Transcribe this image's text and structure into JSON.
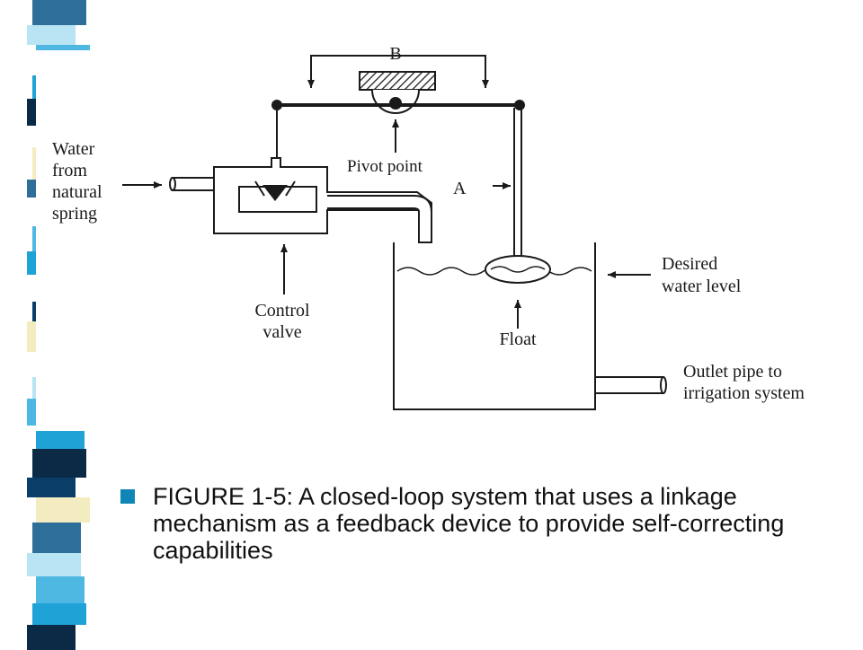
{
  "colors": {
    "bullet": "#0f86b6",
    "stripes": [
      "#2e6f9a",
      "#0a3d68",
      "#1fa2d6",
      "#b8e4f4",
      "#f2ecc0",
      "#0b2a45",
      "#4fb8e2"
    ]
  },
  "diagram": {
    "labels": {
      "b": "B",
      "pivot_point": "Pivot point",
      "a": "A",
      "water_from": [
        "Water",
        "from",
        "natural",
        "spring"
      ],
      "control_valve": [
        "Control",
        "valve"
      ],
      "desired_level": [
        "Desired",
        "water level"
      ],
      "float": "Float",
      "outlet": [
        "Outlet pipe to",
        "irrigation system"
      ]
    }
  },
  "caption": {
    "text": "FIGURE 1-5: A closed-loop system that uses a linkage mechanism as a feedback device to provide self-correcting capabilities"
  }
}
